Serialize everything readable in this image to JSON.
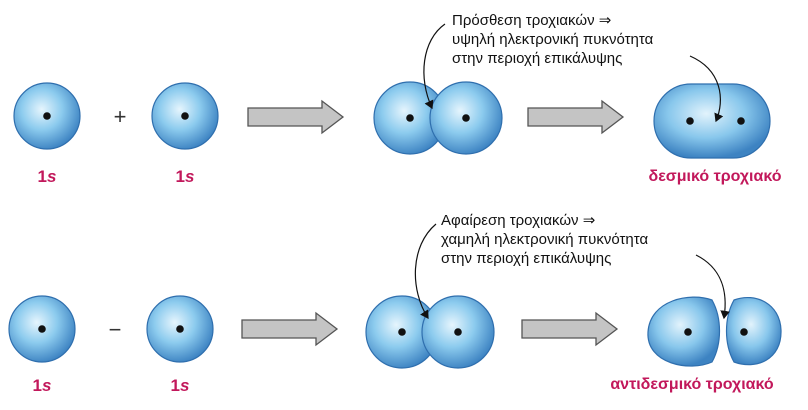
{
  "colors": {
    "orbital_light": "#dff1fb",
    "orbital_mid": "#7fc0e8",
    "orbital_dark": "#3b7fbf",
    "label_magenta": "#c2185b",
    "arrow_fill": "#c4c4c4",
    "arrow_stroke": "#555555"
  },
  "top_row": {
    "orbital_label_1": {
      "main": "1",
      "italic": "s"
    },
    "operator": "+",
    "orbital_label_2": {
      "main": "1",
      "italic": "s"
    },
    "result_label": "δεσμικό τροχιακό",
    "note_lines": [
      "Πρόσθεση τροχιακών ⇒",
      "υψηλή ηλεκτρονική πυκνότητα",
      "στην περιοχή επικάλυψης"
    ]
  },
  "bottom_row": {
    "orbital_label_1": {
      "main": "1",
      "italic": "s"
    },
    "operator": "−",
    "orbital_label_2": {
      "main": "1",
      "italic": "s"
    },
    "result_label": "αντιδεσμικό τροχιακό",
    "note_lines": [
      "Αφαίρεση τροχιακών ⇒",
      "χαμηλή ηλεκτρονική πυκνότητα",
      "στην περιοχή επικάλυψης"
    ]
  }
}
